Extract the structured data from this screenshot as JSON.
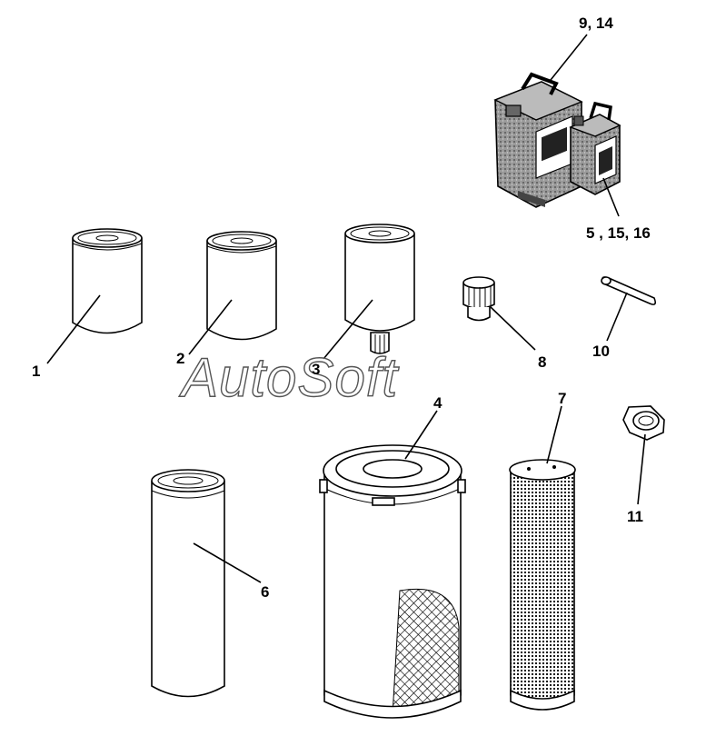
{
  "watermark": "AutoSoft",
  "callouts": {
    "c1": "1",
    "c2": "2",
    "c3": "3",
    "c4": "4",
    "c5": "5 , 15, 16",
    "c6": "6",
    "c7": "7",
    "c8": "8",
    "c9": "9, 14",
    "c10": "10",
    "c11": "11"
  },
  "parts": [
    {
      "id": "1",
      "icon": "oil-filter-icon"
    },
    {
      "id": "2",
      "icon": "oil-filter-icon"
    },
    {
      "id": "3",
      "icon": "fuel-filter-with-drain-icon"
    },
    {
      "id": "4",
      "icon": "air-filter-outer-icon"
    },
    {
      "id": "5, 15, 16",
      "icon": "small-canister-icon"
    },
    {
      "id": "6",
      "icon": "hydraulic-filter-icon"
    },
    {
      "id": "7",
      "icon": "air-filter-inner-icon"
    },
    {
      "id": "8",
      "icon": "breather-cap-icon"
    },
    {
      "id": "9, 14",
      "icon": "large-canister-icon"
    },
    {
      "id": "10",
      "icon": "dipstick-rod-icon"
    },
    {
      "id": "11",
      "icon": "drain-plug-icon"
    }
  ]
}
